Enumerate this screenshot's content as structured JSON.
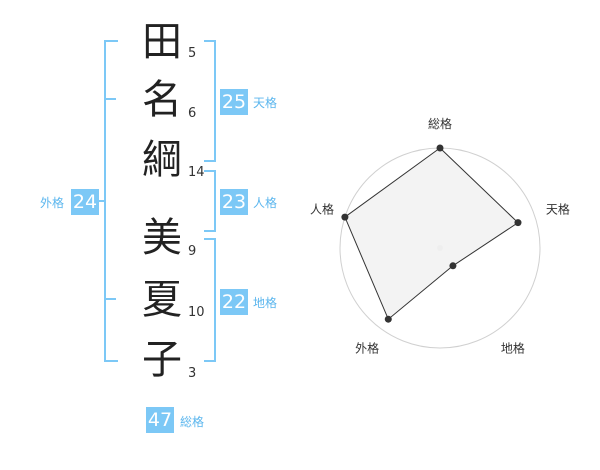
{
  "name_chars": [
    {
      "char": "田",
      "strokes": "5"
    },
    {
      "char": "名",
      "strokes": "6"
    },
    {
      "char": "綱",
      "strokes": "14"
    },
    {
      "char": "美",
      "strokes": "9"
    },
    {
      "char": "夏",
      "strokes": "10"
    },
    {
      "char": "子",
      "strokes": "3"
    }
  ],
  "kaku": {
    "tenkaku": {
      "value": "25",
      "label": "天格"
    },
    "jinkaku": {
      "value": "23",
      "label": "人格"
    },
    "chikaku": {
      "value": "22",
      "label": "地格"
    },
    "gaikaku": {
      "value": "24",
      "label": "外格"
    },
    "soukaku": {
      "value": "47",
      "label": "総格"
    }
  },
  "colors": {
    "accent": "#7cc8f6",
    "text": "#222222",
    "radar_fill": "#f2f2f2",
    "radar_line": "#333333",
    "ring": "#d0d0d0"
  },
  "chart_data": {
    "type": "radar",
    "axes": [
      "総格",
      "天格",
      "地格",
      "外格",
      "人格"
    ],
    "values": [
      1.0,
      0.82,
      0.22,
      0.88,
      1.0
    ],
    "rings": 4,
    "range": [
      0,
      1
    ]
  }
}
